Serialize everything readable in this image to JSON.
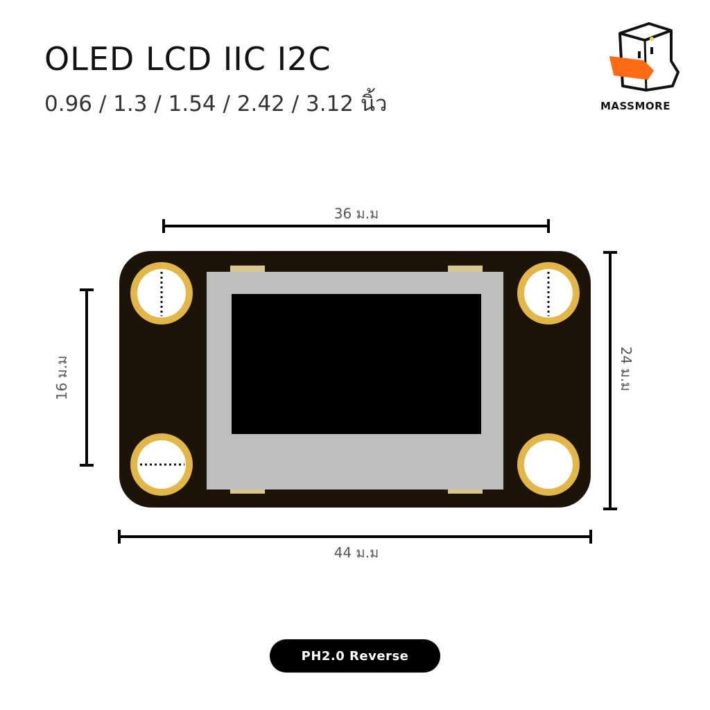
{
  "header": {
    "title": "OLED LCD IIC I2C",
    "subtitle": "0.96 / 1.3 / 1.54 / 2.42 / 3.12 นิ้ว"
  },
  "brand": {
    "name": "MASSMORE",
    "accent_color": "#FF6A13",
    "logo_icon": "box-duck-mascot-icon"
  },
  "dimensions": {
    "top_width": "36 ม.ม",
    "bottom_width": "44 ม.ม",
    "left_height": "16 ม.ม",
    "right_height": "24 ม.ม"
  },
  "colors": {
    "pcb": "#1C1408",
    "pad_gold": "#E2B648",
    "screen_frame": "#BEBEBE",
    "screen": "#000000"
  },
  "footer": {
    "connector_label": "PH2.0 Reverse"
  }
}
